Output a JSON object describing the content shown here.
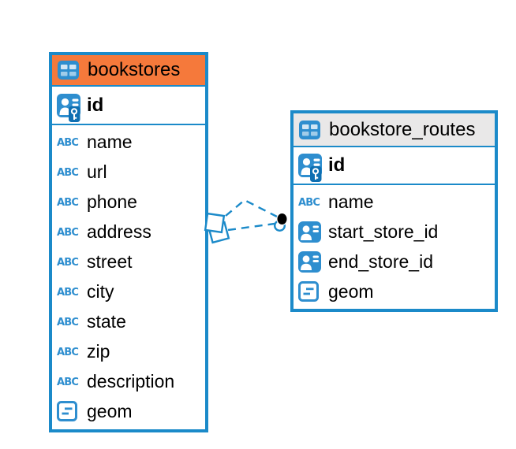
{
  "diagram": {
    "canvas_bg": "#ffffff",
    "accent_blue": "#1B8AC9",
    "icon_blue": "#2E8ECF",
    "key_plate_blue": "#0E6FB2",
    "tables": [
      {
        "name": "bookstores",
        "header_bg": "#F5793B",
        "table_icon": "table-grid-icon",
        "primary_key": {
          "name": "id",
          "icon": "person-key-icon"
        },
        "columns": [
          {
            "name": "name",
            "icon": "abc-text-icon"
          },
          {
            "name": "url",
            "icon": "abc-text-icon"
          },
          {
            "name": "phone",
            "icon": "abc-text-icon"
          },
          {
            "name": "address",
            "icon": "abc-text-icon"
          },
          {
            "name": "street",
            "icon": "abc-text-icon"
          },
          {
            "name": "city",
            "icon": "abc-text-icon"
          },
          {
            "name": "state",
            "icon": "abc-text-icon"
          },
          {
            "name": "zip",
            "icon": "abc-text-icon"
          },
          {
            "name": "description",
            "icon": "abc-text-icon"
          },
          {
            "name": "geom",
            "icon": "geometry-icon"
          }
        ]
      },
      {
        "name": "bookstore_routes",
        "header_bg": "#E9E8E8",
        "table_icon": "table-grid-icon",
        "primary_key": {
          "name": "id",
          "icon": "person-key-icon"
        },
        "columns": [
          {
            "name": "name",
            "icon": "abc-text-icon"
          },
          {
            "name": "start_store_id",
            "icon": "person-reference-icon"
          },
          {
            "name": "end_store_id",
            "icon": "person-reference-icon"
          },
          {
            "name": "geom",
            "icon": "geometry-icon"
          }
        ]
      }
    ],
    "connector": {
      "from_table": "bookstores",
      "to_table": "bookstore_routes",
      "line_style": "dashed",
      "line_count": 2,
      "line_color": "#1B8AC9",
      "source_marker": "overlapping-white-squares",
      "target_marker": "black-dot-over-blue-circle",
      "dot_color": "#000000"
    }
  }
}
